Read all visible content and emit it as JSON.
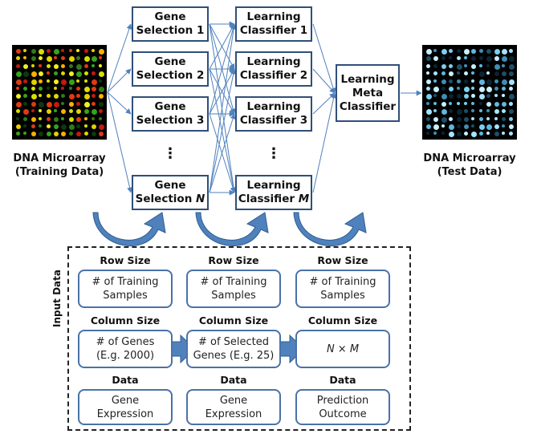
{
  "left_image": {
    "caption_line1": "DNA Microarray",
    "caption_line2": "(Training Data)"
  },
  "right_image": {
    "caption_line1": "DNA Microarray",
    "caption_line2": "(Test Data)"
  },
  "gene_selection": {
    "title": "Gene",
    "items": [
      "Selection 1",
      "Selection 2",
      "Selection 3"
    ],
    "last_prefix": "Selection ",
    "last_var": "N",
    "ellipsis": "⋮"
  },
  "classifiers": {
    "title": "Learning",
    "items": [
      "Classifier 1",
      "Classifier 2",
      "Classifier 3"
    ],
    "last_prefix": "Classifier ",
    "last_var": "M",
    "ellipsis": "⋮"
  },
  "meta": {
    "line1": "Learning",
    "line2": "Meta",
    "line3": "Classifier"
  },
  "input_data": {
    "label": "Input Data",
    "row_header": "Row Size",
    "col_header": "Column Size",
    "data_header": "Data",
    "columns": [
      {
        "row_l1": "# of Training",
        "row_l2": "Samples",
        "col_l1": "# of Genes",
        "col_l2": "(E.g. 2000)",
        "data_l1": "Gene",
        "data_l2": "Expression"
      },
      {
        "row_l1": "# of Training",
        "row_l2": "Samples",
        "col_l1": "# of Selected",
        "col_l2": "Genes (E.g. 25)",
        "data_l1": "Gene",
        "data_l2": "Expression"
      },
      {
        "row_l1": "# of Training",
        "row_l2": "Samples",
        "col_l1": "N × M",
        "col_l2": "",
        "data_l1": "Prediction",
        "data_l2": "Outcome"
      }
    ]
  },
  "colors": {
    "box_border": "#2f4f78",
    "arrow": "#4f81bd",
    "round_border": "#4a72a8"
  }
}
